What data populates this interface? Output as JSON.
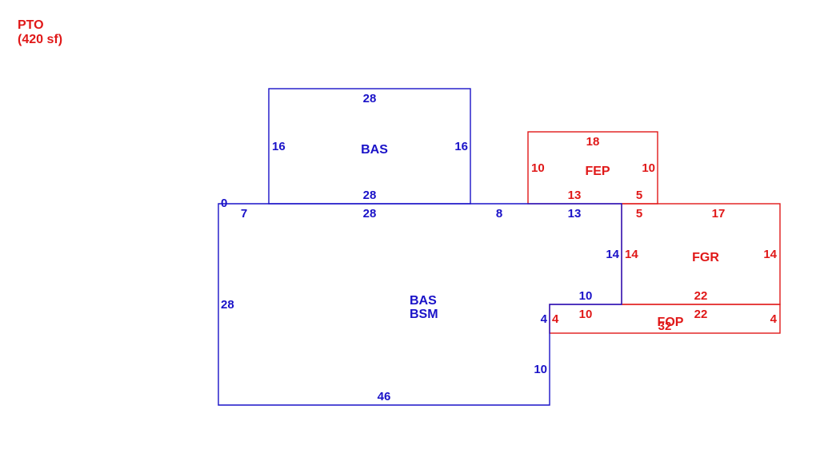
{
  "colors": {
    "blue": "#1a12c8",
    "red": "#e01818"
  },
  "header": {
    "line1": "PTO",
    "line2": "(420 sf)"
  },
  "areas": {
    "bas_top": "BAS",
    "bas_main_1": "BAS",
    "bas_main_2": "BSM",
    "fep": "FEP",
    "fgr": "FGR",
    "fop": "FOP"
  },
  "dims": {
    "bas_top_top": "28",
    "bas_top_left": "16",
    "bas_top_right": "16",
    "bas_top_bottom": "28",
    "main_origin": "0",
    "main_seg_7": "7",
    "main_top": "28",
    "main_seg_8": "8",
    "main_top_13": "13",
    "main_right_14": "14",
    "main_left": "28",
    "main_step_10": "10",
    "main_step_4": "4",
    "main_lower_10": "10",
    "main_bottom": "46",
    "fep_top": "18",
    "fep_left": "10",
    "fep_right": "10",
    "fep_bottom_13": "13",
    "fep_bottom_5": "5",
    "fgr_top_5": "5",
    "fgr_top_17": "17",
    "fgr_left": "14",
    "fgr_right": "14",
    "fgr_bottom": "22",
    "fop_left": "4",
    "fop_top_10": "10",
    "fop_top_22": "22",
    "fop_right": "4",
    "fop_bottom": "32"
  }
}
